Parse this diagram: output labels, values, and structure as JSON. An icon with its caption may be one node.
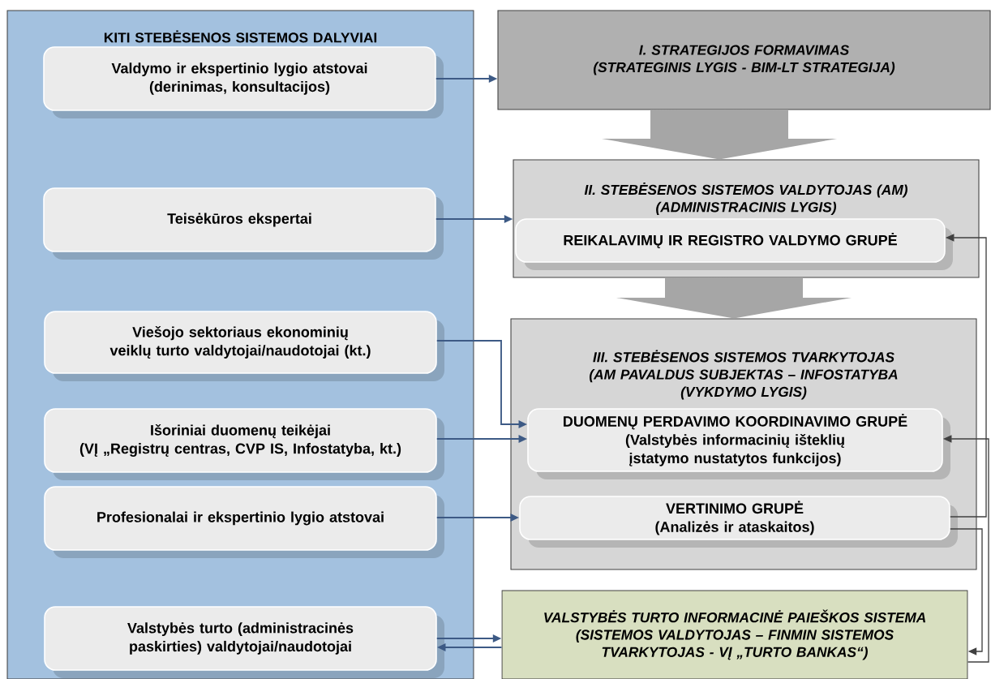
{
  "diagram": {
    "nodes": [
      {
        "text": [
          "KITI STEBĖSENOS SISTEMOS DALYVIAI"
        ]
      },
      {
        "text": [
          "Valdymo ir ekspertinio lygio atstovai",
          "(derinimas, konsultacijos)"
        ],
        "in": 0
      },
      {
        "text": [
          "Teisėkūros ekspertai"
        ],
        "in": 0
      },
      {
        "text": [
          "Viešojo sektoriaus ekonominių veiklų turto valdytojai/naudotojai (kt.)"
        ],
        "in": 0
      },
      {
        "text": [
          "Išoriniai duomenų teikėjai",
          "(VĮ „Registrų centras, CVP IS, Infostatyba, kt.)"
        ],
        "in": 0
      },
      {
        "text": [
          "Profesionalai ir ekspertinio lygio atstovai"
        ],
        "in": 0
      },
      {
        "text": [
          "Valstybės turto (administracinės paskirties) valdytojai/naudotojai"
        ],
        "in": 0
      },
      {
        "text": [
          "I. STRATEGIJOS FORMAVIMAS",
          "(STRATEGINIS LYGIS - BIM-LT STRATEGIJA)"
        ]
      },
      {
        "text": [
          "II. STEBĖSENOS SISTEMOS VALDYTOJAS (AM)",
          "(ADMINISTRACINIS LYGIS)"
        ]
      },
      {
        "text": [
          "REIKALAVIMŲ IR REGISTRO VALDYMO GRUPĖ"
        ],
        "in": 8
      },
      {
        "text": [
          "III. STEBĖSENOS SISTEMOS TVARKYTOJAS (AM PAVALDUS SUBJEKTAS – INFOSTATYBA",
          "(VYKDYMO LYGIS)"
        ]
      },
      {
        "text": [
          "DUOMENŲ PERDAVIMO KOORDINAVIMO GRUPĖ",
          "(Valstybės informacinių išteklių įstatymo nustatytos funkcijos)"
        ],
        "in": 10
      },
      {
        "text": [
          "VERTINIMO GRUPĖ",
          "(Analizės ir ataskaitos)"
        ],
        "in": 10
      },
      {
        "text": [
          "VALSTYBĖS TURTO INFORMACINĖ PAIEŠKOS SISTEMA",
          "(SISTEMOS VALDYTOJAS – FINMIN SISTEMOS TVARKYTOJAS - VĮ „TURTO BANKAS“)"
        ]
      }
    ],
    "edges": [
      {
        "from": 1,
        "to": 7,
        "arrow": "to"
      },
      {
        "from": 2,
        "to": 8,
        "arrow": "to"
      },
      {
        "from": 3,
        "to": 11,
        "arrow": "to"
      },
      {
        "from": 4,
        "to": 11,
        "arrow": "to"
      },
      {
        "from": 5,
        "to": 12,
        "arrow": "to"
      },
      {
        "from": 6,
        "to": 13,
        "arrow": "to"
      },
      {
        "from": 13,
        "to": 6,
        "arrow": "to"
      },
      {
        "from": 12,
        "to": 9,
        "arrow": "to",
        "color": "#404040"
      },
      {
        "from": 12,
        "to": 13,
        "arrow": "to",
        "color": "#404040"
      },
      {
        "from": 13,
        "to": 11,
        "arrow": "to",
        "color": "#404040"
      },
      {
        "from": 7,
        "to": 8,
        "arrow": "to",
        "style": "thick",
        "color": "#a6a6a6"
      },
      {
        "from": 8,
        "to": 10,
        "arrow": "to",
        "style": "thick",
        "color": "#a6a6a6"
      }
    ]
  }
}
